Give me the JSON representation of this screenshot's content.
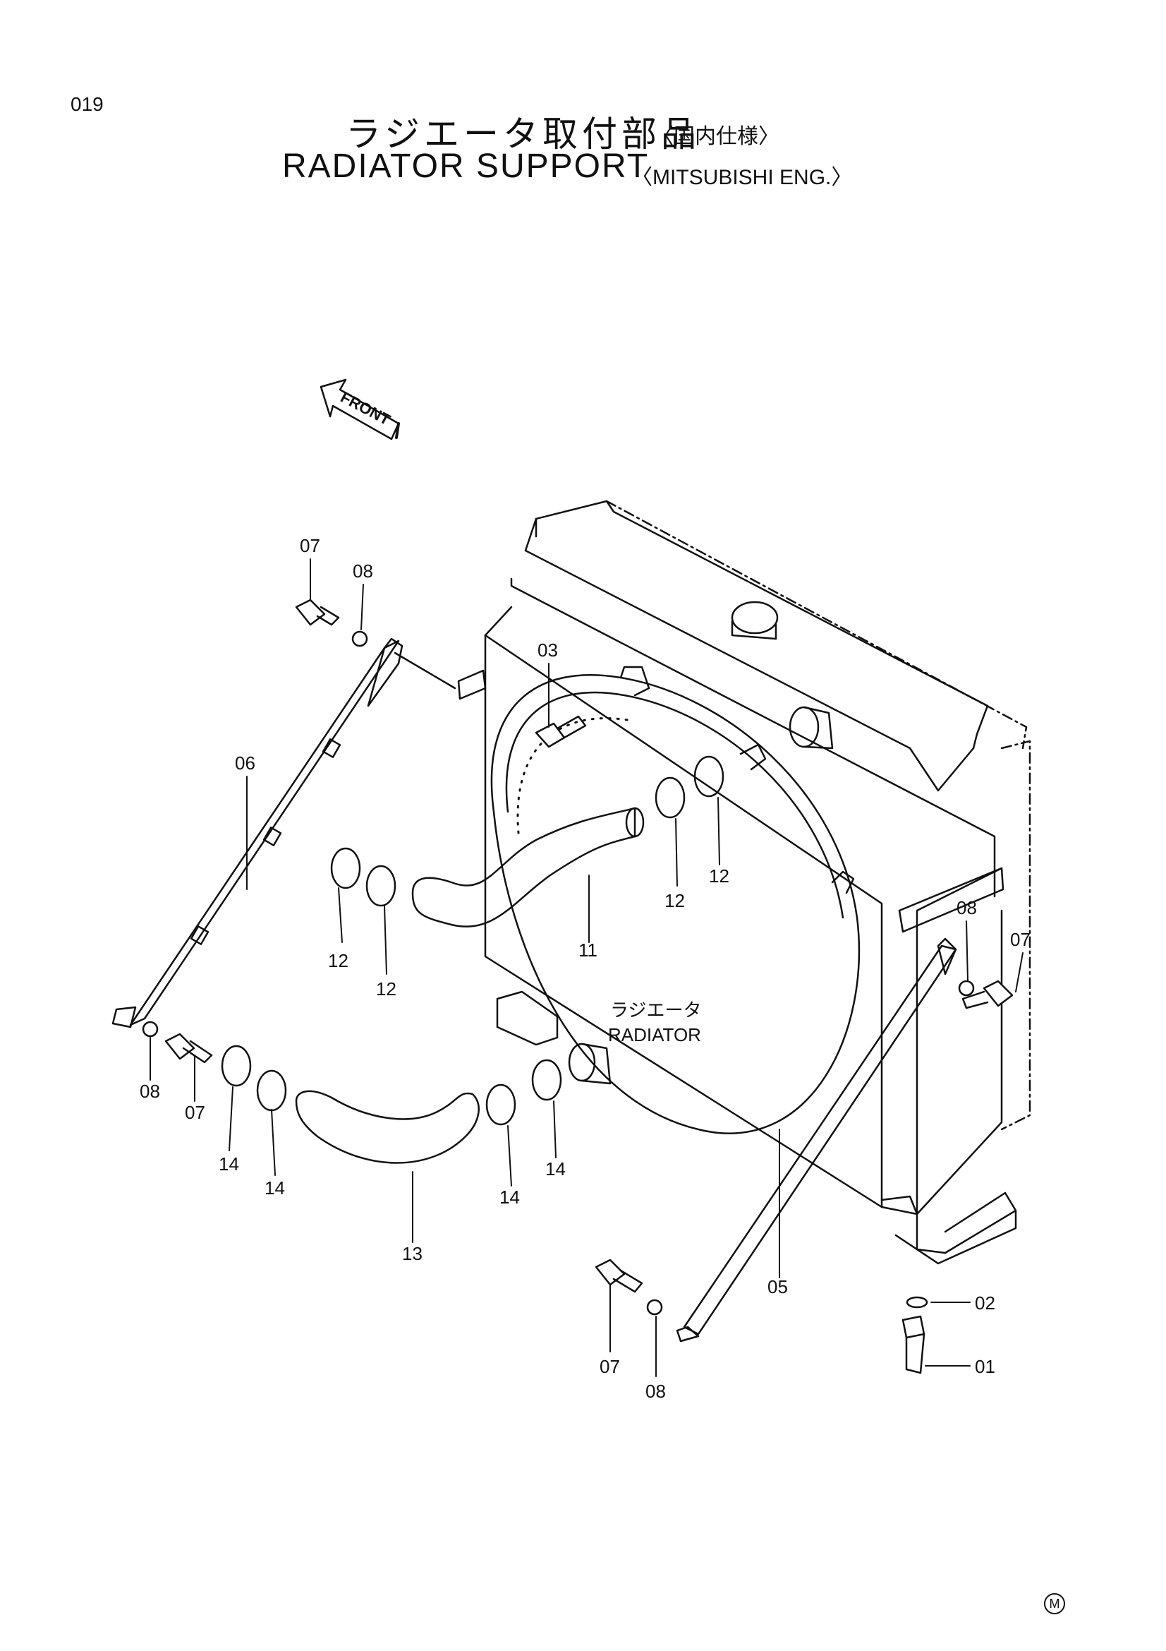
{
  "header": {
    "page_number": "019",
    "title_jp": "ラジエータ取付部品",
    "title_jp_spec": "〈国内仕様〉",
    "title_en": "RADIATOR  SUPPORT",
    "title_en_spec": "〈MITSUBISHI  ENG.〉"
  },
  "diagram": {
    "front_label": "FRONT",
    "radiator_label_jp": "ラジエータ",
    "radiator_label_en": "RADIATOR",
    "callouts": {
      "c01": "01",
      "c02": "02",
      "c03": "03",
      "c05": "05",
      "c06": "06",
      "c07_top": "07",
      "c08_top": "08",
      "c07_right": "07",
      "c08_right": "08",
      "c08_left": "08",
      "c07_left": "07",
      "c07_bottom": "07",
      "c08_bottom": "08",
      "c11": "11",
      "c12_a": "12",
      "c12_b": "12",
      "c12_c": "12",
      "c12_d": "12",
      "c13": "13",
      "c14_a": "14",
      "c14_b": "14",
      "c14_c": "14",
      "c14_d": "14"
    }
  },
  "footer": {
    "mark": "M"
  }
}
